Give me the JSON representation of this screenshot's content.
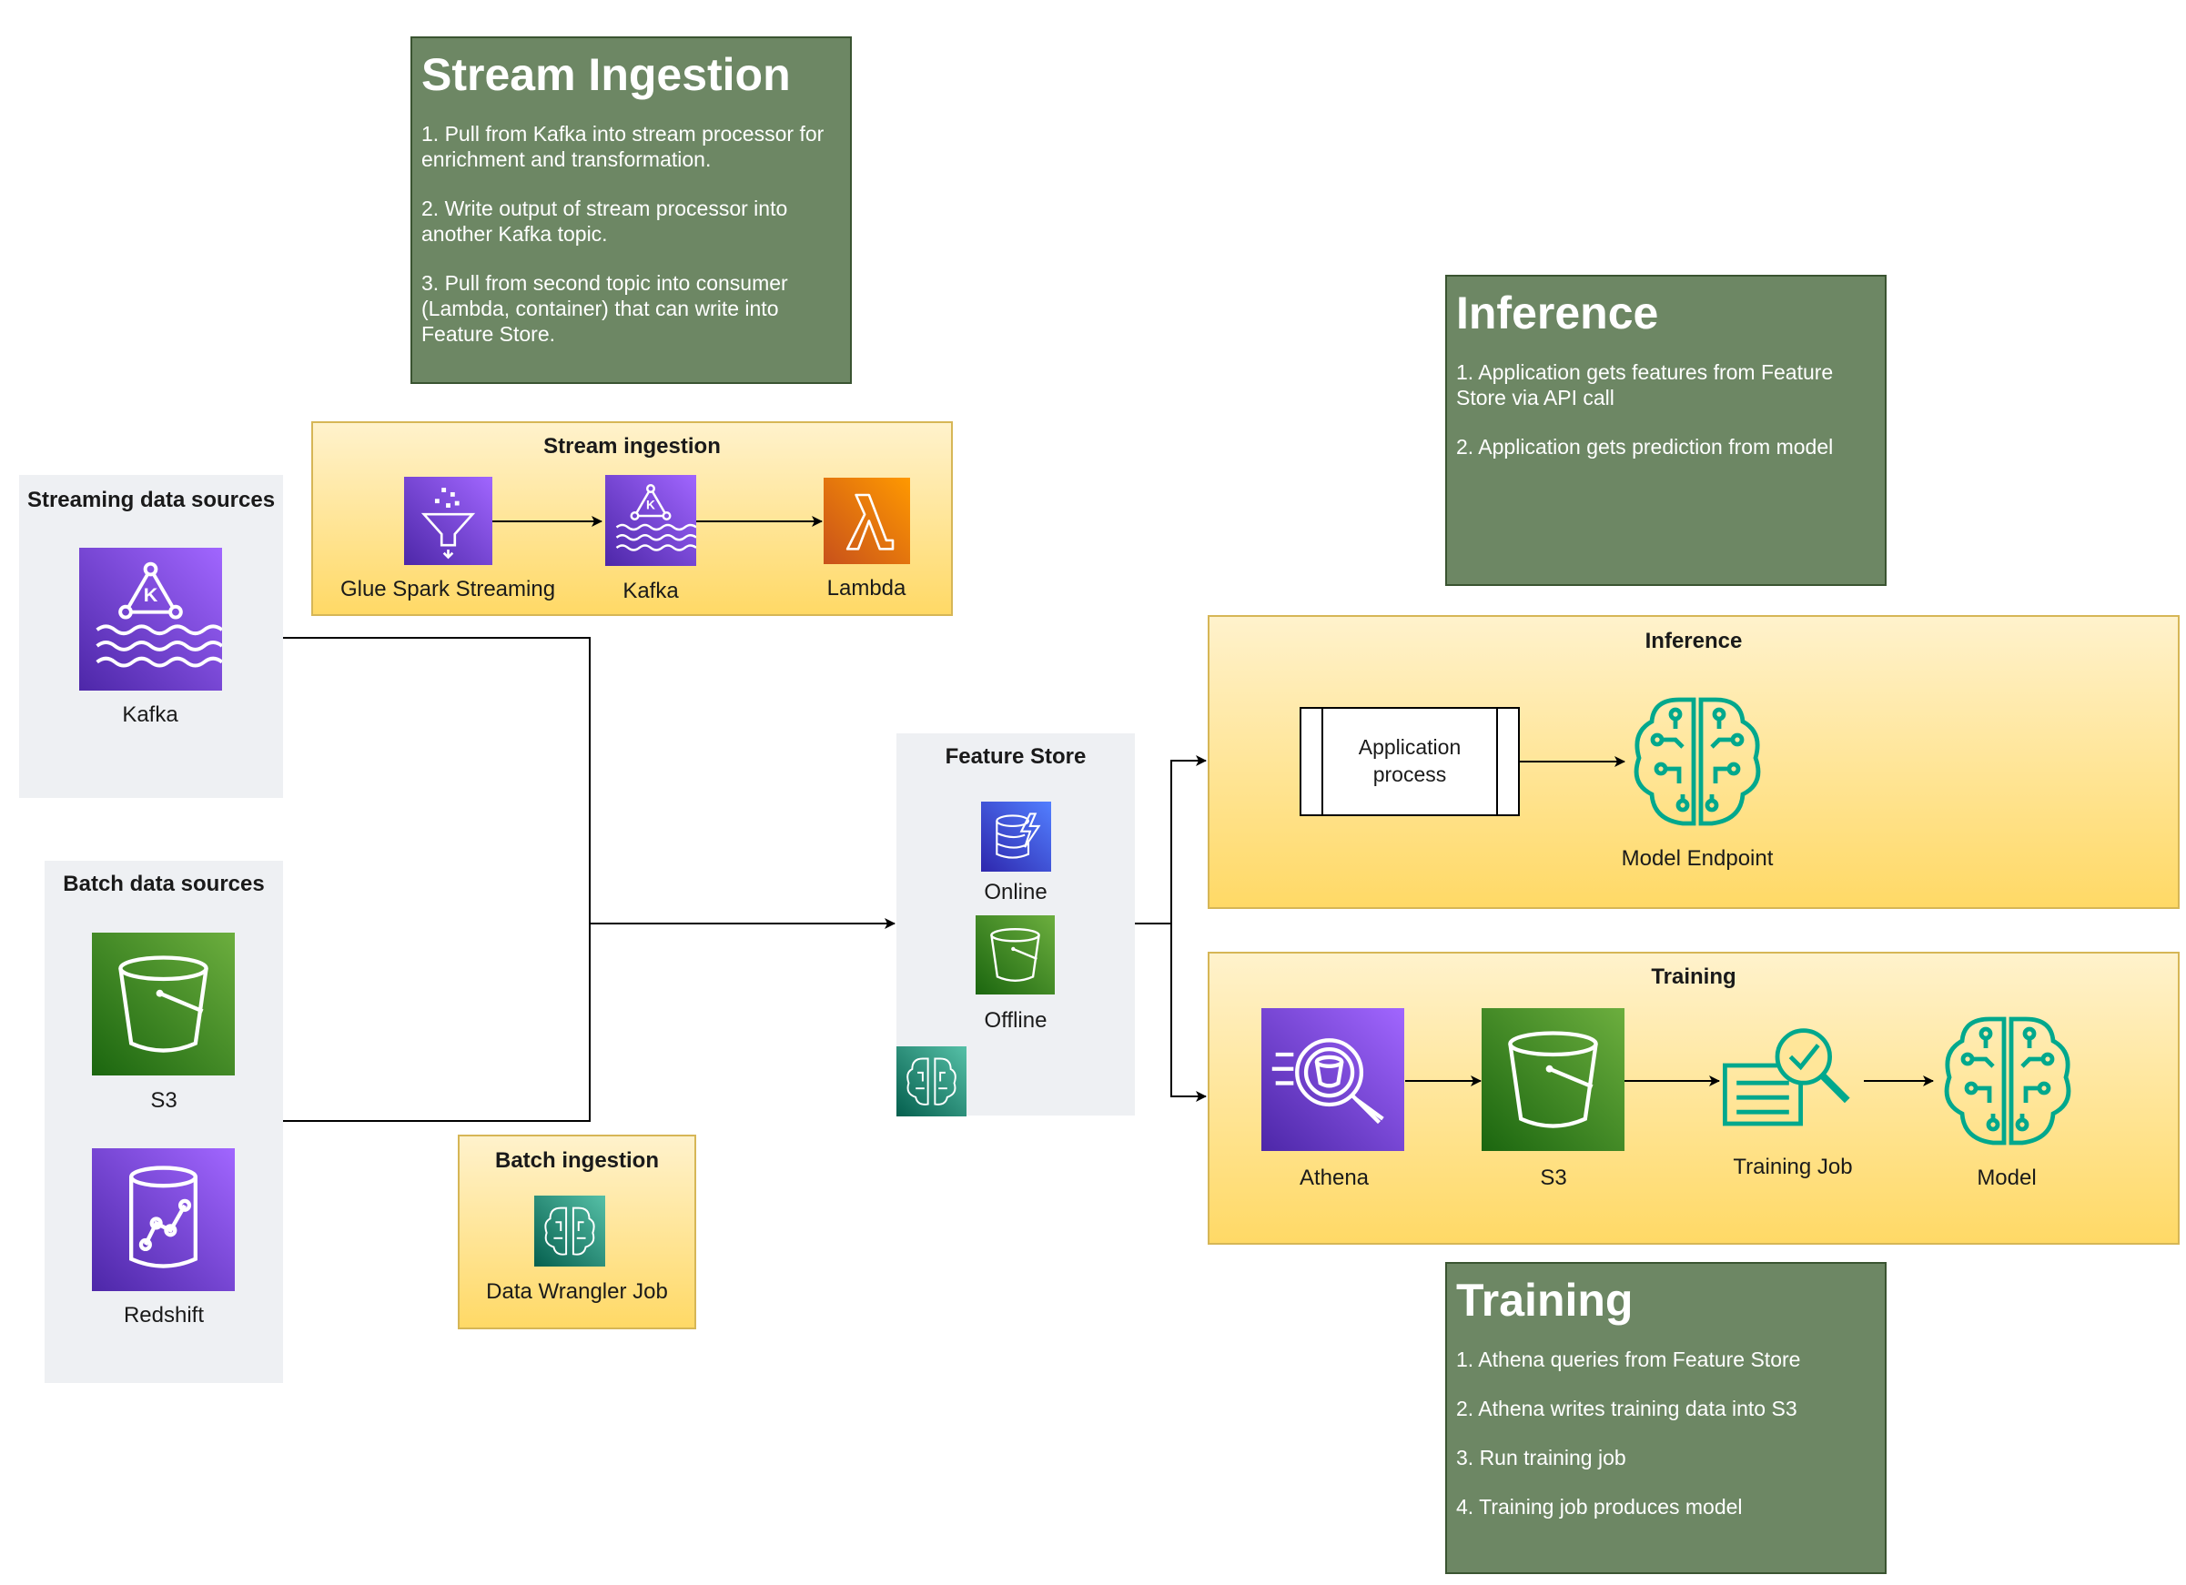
{
  "notes": {
    "stream": {
      "title": "Stream Ingestion",
      "items": [
        "1. Pull from Kafka into stream processor for enrichment and transformation.",
        "2. Write output of stream processor into another Kafka topic.",
        "3. Pull from second topic into consumer (Lambda, container) that can write into Feature Store."
      ]
    },
    "inference": {
      "title": "Inference",
      "items": [
        "1. Application gets features from Feature Store via API call",
        "2. Application gets prediction from model"
      ]
    },
    "training": {
      "title": "Training",
      "items": [
        "1. Athena queries from Feature Store",
        "2. Athena writes training data into S3",
        "3. Run training job",
        "4. Training job produces model"
      ]
    }
  },
  "streaming_sources": {
    "title": "Streaming data sources",
    "kafka_label": "Kafka"
  },
  "batch_sources": {
    "title": "Batch data sources",
    "s3_label": "S3",
    "redshift_label": "Redshift"
  },
  "stream_ingestion": {
    "title": "Stream ingestion",
    "glue_label": "Glue Spark Streaming",
    "kafka_label": "Kafka",
    "lambda_label": "Lambda"
  },
  "batch_ingestion": {
    "title": "Batch ingestion",
    "job_label": "Data Wrangler Job"
  },
  "feature_store": {
    "title": "Feature Store",
    "online_label": "Online",
    "offline_label": "Offline"
  },
  "inference_panel": {
    "title": "Inference",
    "app_label": "Application process",
    "endpoint_label": "Model Endpoint"
  },
  "training_panel": {
    "title": "Training",
    "athena_label": "Athena",
    "s3_label": "S3",
    "job_label": "Training Job",
    "model_label": "Model"
  },
  "colors": {
    "note_green": "#6d8764",
    "panel_gray": "#eef0f3",
    "panel_yellow_top": "#fff2cc",
    "panel_yellow_bottom": "#ffd966",
    "analytics_purple": "#8c4fff",
    "storage_green": "#3f8624",
    "compute_orange": "#ed7100",
    "ml_teal": "#01a88d",
    "database_blue": "#3b48cc"
  },
  "icons": {
    "kafka": "kafka-icon",
    "glue": "glue-icon",
    "lambda": "lambda-icon",
    "s3": "s3-bucket-icon",
    "redshift": "redshift-icon",
    "data_wrangler": "sagemaker-brain-icon",
    "online_store": "dynamodb-icon",
    "offline_store": "s3-bucket-icon",
    "athena": "athena-icon",
    "training_job": "training-job-icon",
    "model": "model-brain-icon"
  }
}
